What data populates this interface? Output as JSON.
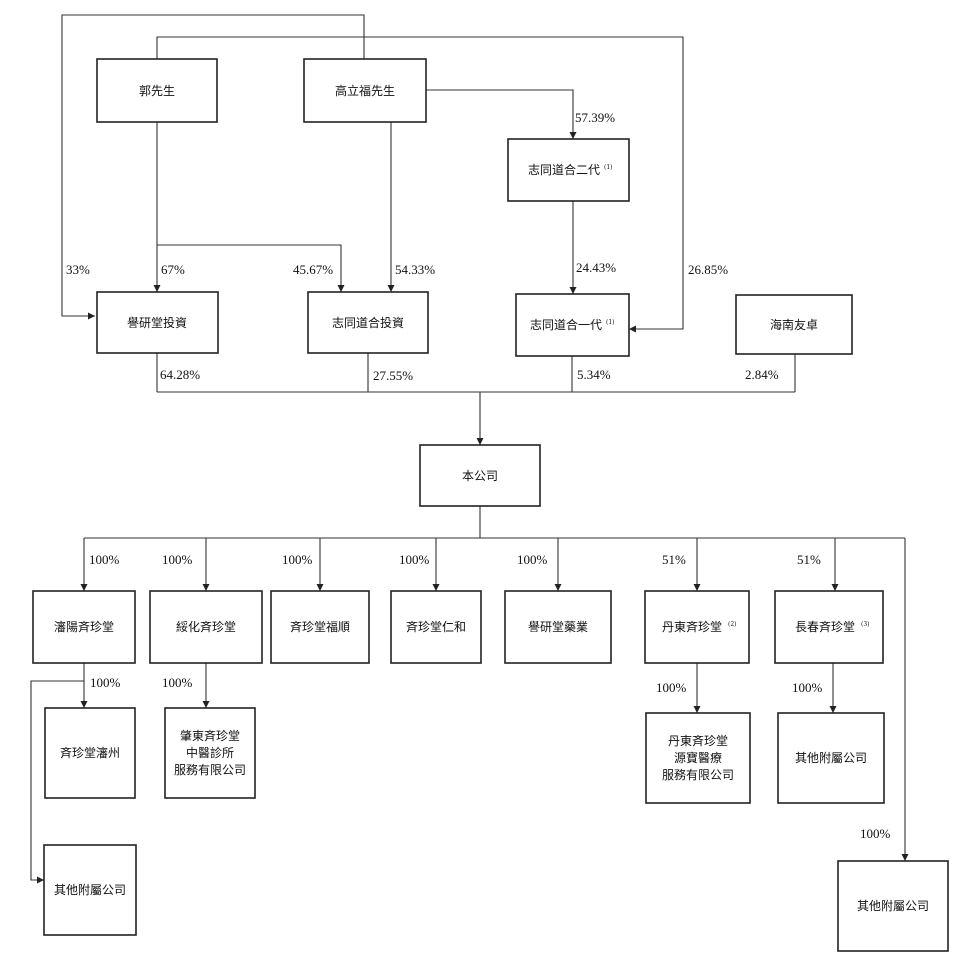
{
  "entities": {
    "guo": "郭先生",
    "gao": "高立福先生",
    "zhitong2": "志同道合二代",
    "zhitong2_note": "(1)",
    "yyt_invest": "譽研堂投資",
    "zhitong_invest": "志同道合投資",
    "zhitong1": "志同道合一代",
    "zhitong1_note": "(1)",
    "hainan": "海南友卓",
    "company": "本公司",
    "shenyang": "瀋陽斉珍堂",
    "suihua": "綏化斉珍堂",
    "fushun": "斉珍堂福順",
    "renhe": "斉珍堂仁和",
    "yaoye": "譽研堂藥業",
    "dandong": "丹東斉珍堂",
    "dandong_note": "(2)",
    "changchun": "長春斉珍堂",
    "changchun_note": "(3)",
    "panzhou": "斉珍堂瀋州",
    "zhaodong_1": "肇東斉珍堂",
    "zhaodong_2": "中醫診所",
    "zhaodong_3": "服務有限公司",
    "dd_yuanbao_1": "丹東斉珍堂",
    "dd_yuanbao_2": "源寶醫療",
    "dd_yuanbao_3": "服務有限公司",
    "other_changchun": "其他附屬公司",
    "other_shenyang": "其他附屬公司",
    "other_company": "其他附屬公司"
  },
  "percentages": {
    "gao_to_zhitong2": "57.39%",
    "gao_to_yyt": "33%",
    "guo_to_yyt": "67%",
    "guo_to_zhitong_invest": "45.67%",
    "gao_to_zhitong_invest": "54.33%",
    "zhitong2_to_zhitong1": "24.43%",
    "guo_to_zhitong1": "26.85%",
    "yyt_to_company": "64.28%",
    "zhitong_invest_to_company": "27.55%",
    "zhitong1_to_company": "5.34%",
    "hainan_to_company": "2.84%",
    "to_shenyang": "100%",
    "to_suihua": "100%",
    "to_fushun": "100%",
    "to_renhe": "100%",
    "to_yaoye": "100%",
    "to_dandong": "51%",
    "to_changchun": "51%",
    "shenyang_to_panzhou": "100%",
    "suihua_to_zhaodong": "100%",
    "dandong_to_yuanbao": "100%",
    "changchun_to_other": "100%",
    "company_to_other": "100%"
  }
}
